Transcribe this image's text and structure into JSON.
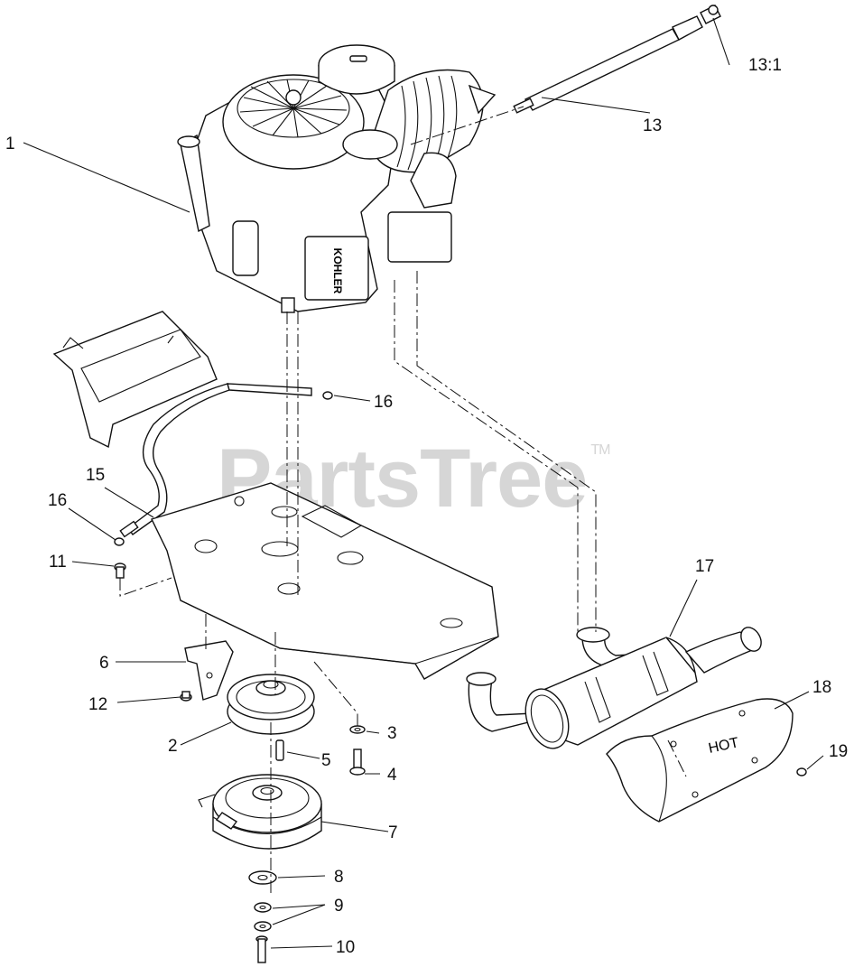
{
  "watermark": {
    "text": "PartsTree",
    "tm": "TM"
  },
  "engine_label": "KOHLER",
  "shield_label": "HOT",
  "callouts": {
    "c1": "1",
    "c2": "2",
    "c3": "3",
    "c4": "4",
    "c5": "5",
    "c6": "6",
    "c7": "7",
    "c8": "8",
    "c9": "9",
    "c10": "10",
    "c11": "11",
    "c12": "12",
    "c13": "13",
    "c13_1": "13:1",
    "c15": "15",
    "c16a": "16",
    "c16b": "16",
    "c17": "17",
    "c18": "18",
    "c19": "19"
  }
}
